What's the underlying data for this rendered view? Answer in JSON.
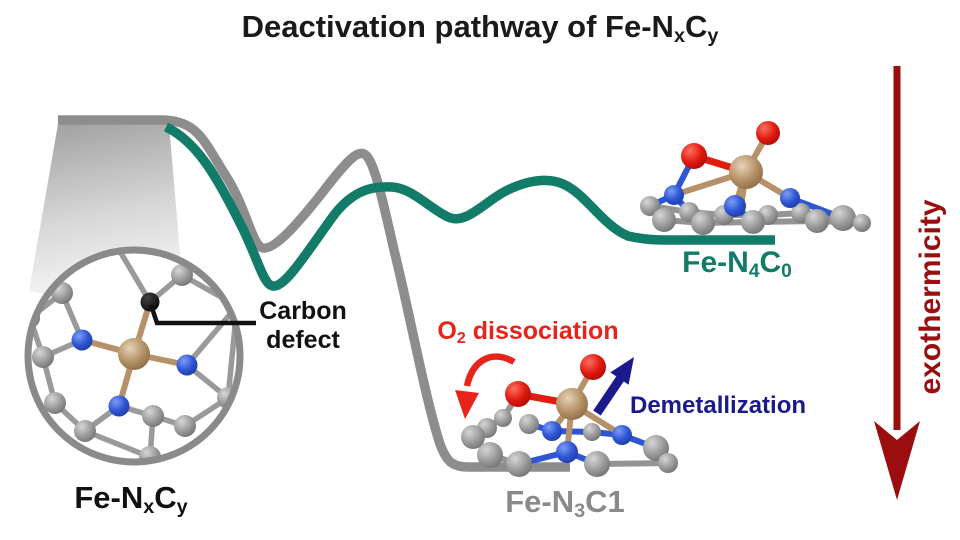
{
  "figure": {
    "title": {
      "prefix": "Deactivation pathway of Fe-N",
      "sub_x": "x",
      "c": "C",
      "sub_y": "y"
    }
  },
  "exothermicity_axis": {
    "label": "exothermicity",
    "color": "#9b0e0f"
  },
  "inset": {
    "callout": {
      "line1": "Carbon",
      "line2": "defect"
    },
    "label": {
      "prefix": "Fe-N",
      "sub_x": "x",
      "c": "C",
      "sub_y": "y"
    }
  },
  "pathways": {
    "teal": {
      "label": {
        "prefix": "Fe-N",
        "sub": "4",
        "c": "C",
        "sub2": "0"
      },
      "color": "#127c69"
    },
    "gray": {
      "label": {
        "prefix": "Fe-N",
        "sub": "3",
        "suffix": "C1"
      },
      "color": "#8a8a8a"
    }
  },
  "annotations": {
    "o2_dissociation": {
      "o": "O",
      "sub": "2",
      "rest": "dissociation",
      "color": "#e8231a"
    },
    "demetallization": {
      "text": "Demetallization",
      "color": "#1a1a8c"
    }
  },
  "icons": {
    "exothermicity_arrow": "downward-dark-red-arrow",
    "o2_dissociation_arrow": "red-curved-arrow",
    "demetallization_arrow": "blue-diagonal-arrow",
    "zoom_cone": "magnifier-cone"
  },
  "molecule_colors": {
    "iron": "#b08c60",
    "nitrogen": "#2e56d4",
    "carbon": "#9b9b9b",
    "oxygen": "#e01b10",
    "defect_carbon": "#0c0c0c"
  }
}
